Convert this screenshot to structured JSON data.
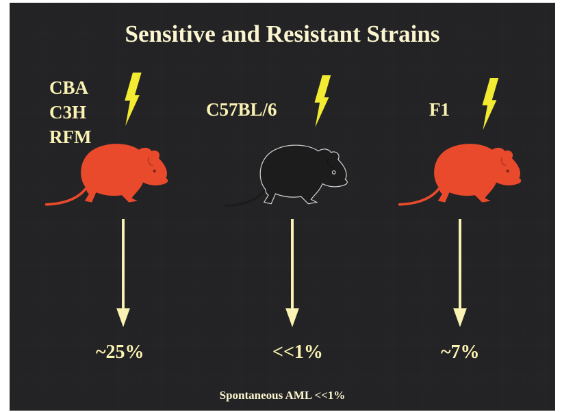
{
  "title": "Sensitive and Resistant Strains",
  "groups": [
    {
      "strains": [
        "CBA",
        "C3H",
        "RFM"
      ],
      "mouse_color": "#ea4a2c",
      "incidence": "~25%"
    },
    {
      "strains": [
        "C57BL/6"
      ],
      "mouse_color": "#1c1c1c",
      "incidence": "<<1%"
    },
    {
      "strains": [
        "F1"
      ],
      "mouse_color": "#ea4a2c",
      "incidence": "~7%"
    }
  ],
  "footnote": "Spontaneous AML <<1%",
  "colors": {
    "background": "#222224",
    "text": "#fbf3b3",
    "arrow": "#fbf3b3",
    "lightning": "#f3eb32",
    "sensitive_mouse": "#ea4a2c",
    "resistant_mouse": "#1c1c1c"
  },
  "icons": [
    "lightning-bolt-icon",
    "mouse-icon",
    "down-arrow-icon"
  ]
}
